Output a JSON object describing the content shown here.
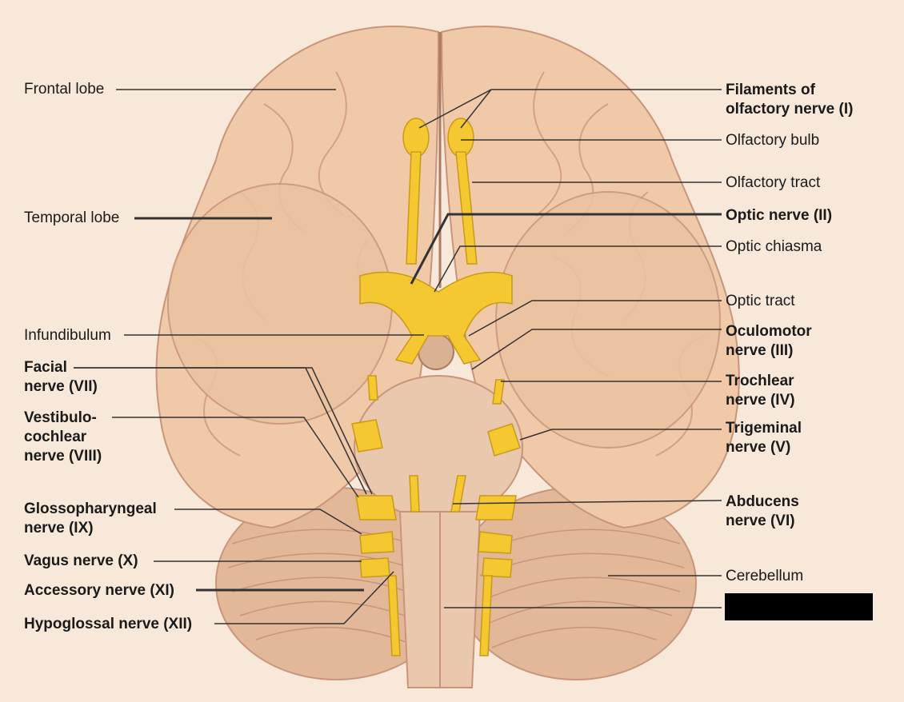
{
  "colors": {
    "background": "#f8e8da",
    "brain": "#f0c9a8",
    "brain_shadow": "#c9957a",
    "nerve": "#f5c832",
    "nerve_dark": "#c99a18",
    "stem": "#e9c8ad",
    "leader": "#333333",
    "redaction": "#000000"
  },
  "labels": {
    "frontal_lobe": "Frontal lobe",
    "temporal_lobe": "Temporal lobe",
    "infundibulum": "Infundibulum",
    "facial_nerve": "Facial\nnerve (VII)",
    "vestibulocochlear_nerve": "Vestibulo-\ncochlear\nnerve (VIII)",
    "glossopharyngeal_nerve": "Glossopharyngeal\nnerve (IX)",
    "vagus_nerve": "Vagus nerve (X)",
    "accessory_nerve": "Accessory nerve (XI)",
    "hypoglossal_nerve": "Hypoglossal nerve (XII)",
    "olfactory_filaments": "Filaments of\nolfactory nerve (I)",
    "olfactory_bulb": "Olfactory bulb",
    "olfactory_tract": "Olfactory tract",
    "optic_nerve": "Optic nerve (II)",
    "optic_chiasma": "Optic chiasma",
    "optic_tract": "Optic tract",
    "oculomotor_nerve": "Oculomotor\nnerve (III)",
    "trochlear_nerve": "Trochlear\nnerve (IV)",
    "trigeminal_nerve": "Trigeminal\nnerve (V)",
    "abducens_nerve": "Abducens\nnerve (VI)",
    "cerebellum": "Cerebellum"
  },
  "redacted_label": "black box"
}
